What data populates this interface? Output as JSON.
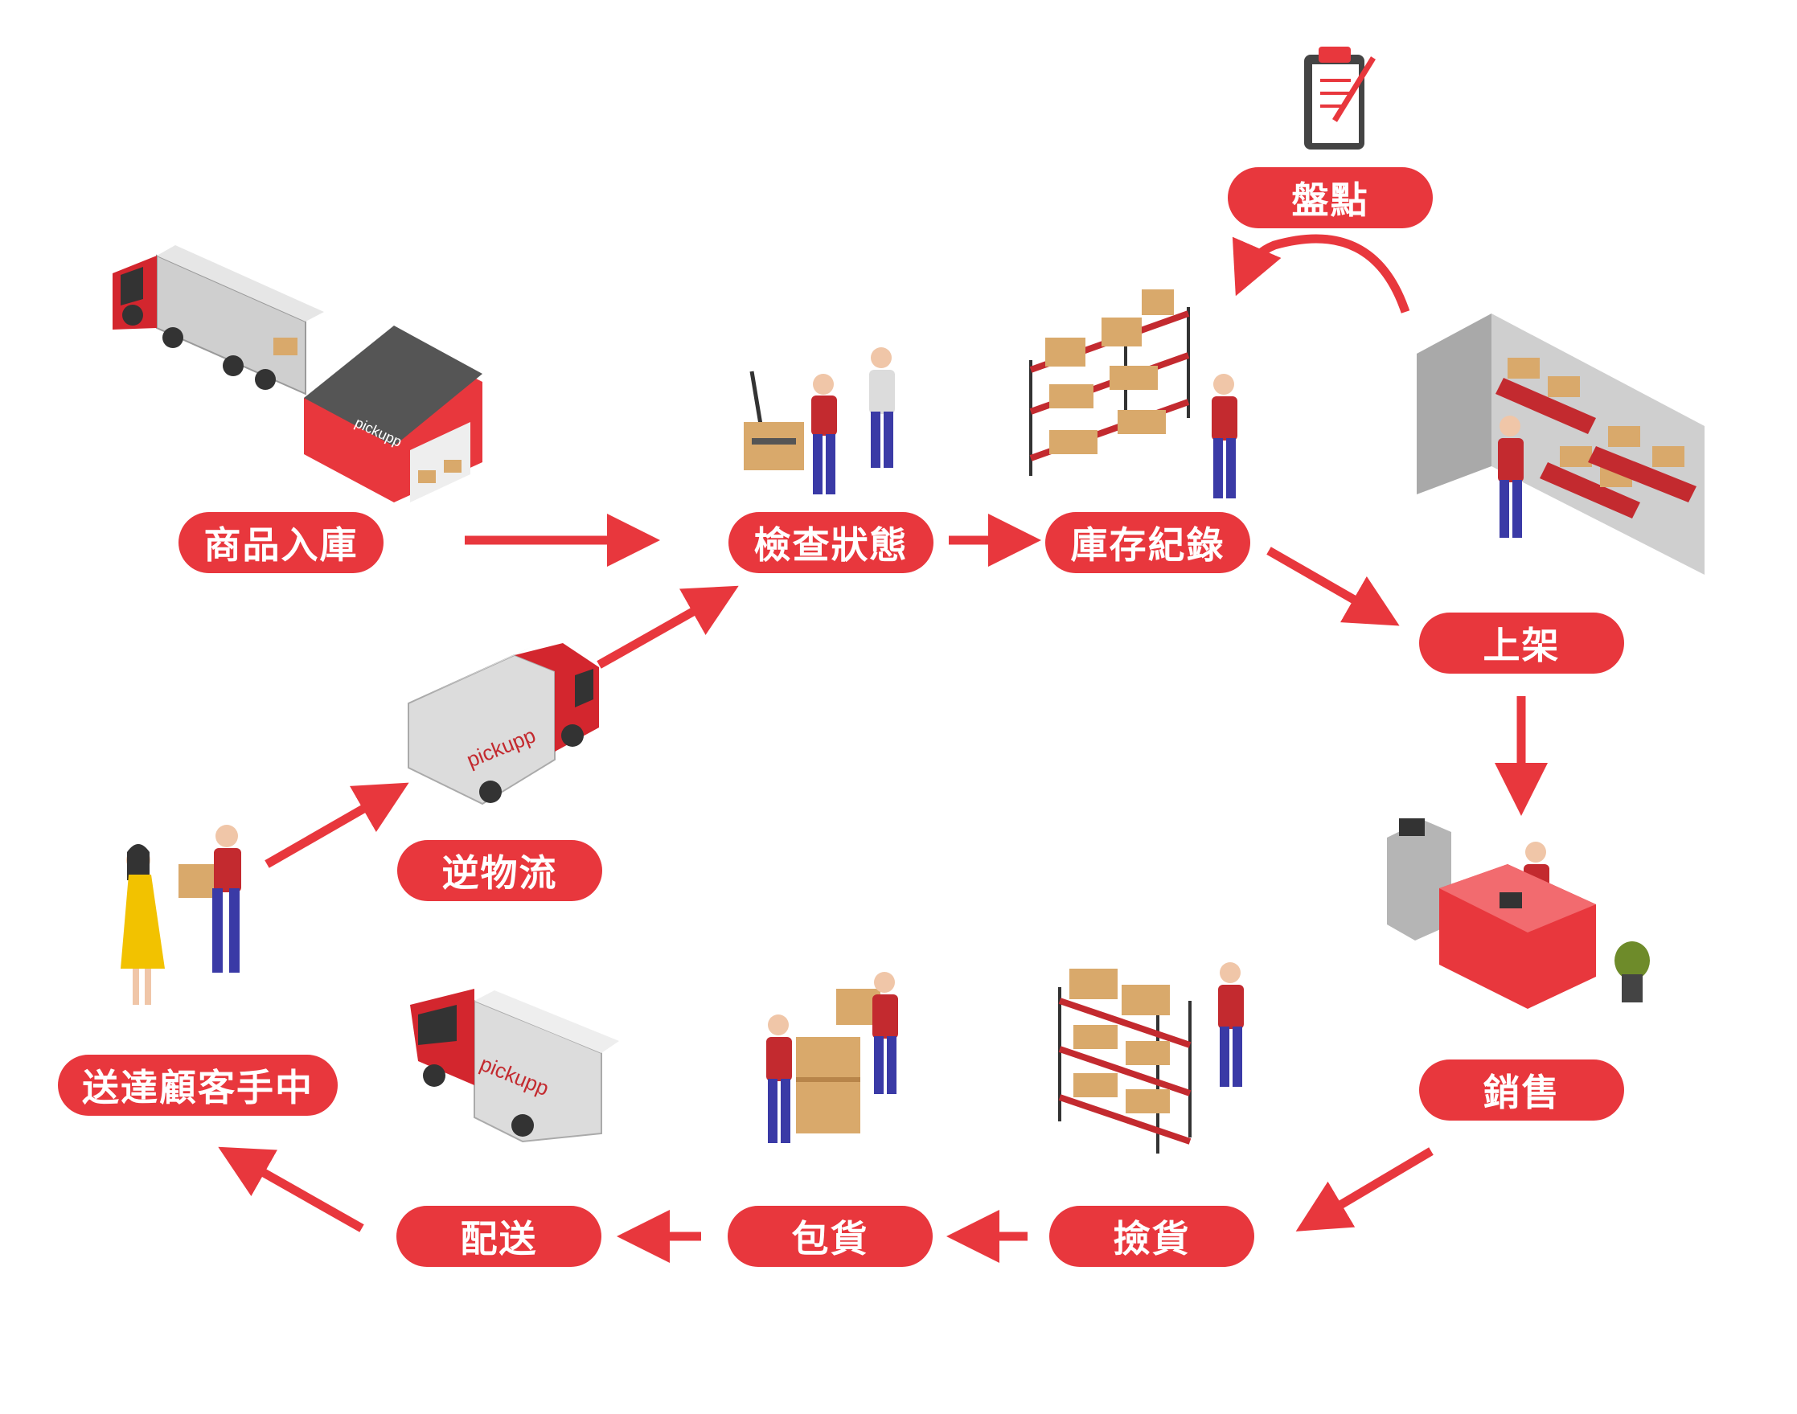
{
  "colors": {
    "accent": "#e8373d",
    "box": "#d9a96b",
    "grey": "#c9c9c9",
    "navy": "#3a3aa6"
  },
  "brand": {
    "logo_text": "pickupp"
  },
  "steps": {
    "inbound": "商品入庫",
    "inspect": "檢查狀態",
    "record": "庫存紀錄",
    "stocktake": "盤點",
    "shelving": "上架",
    "sales": "銷售",
    "picking": "撿貨",
    "packing": "包貨",
    "delivery": "配送",
    "handover": "送達顧客手中",
    "reverse": "逆物流"
  }
}
